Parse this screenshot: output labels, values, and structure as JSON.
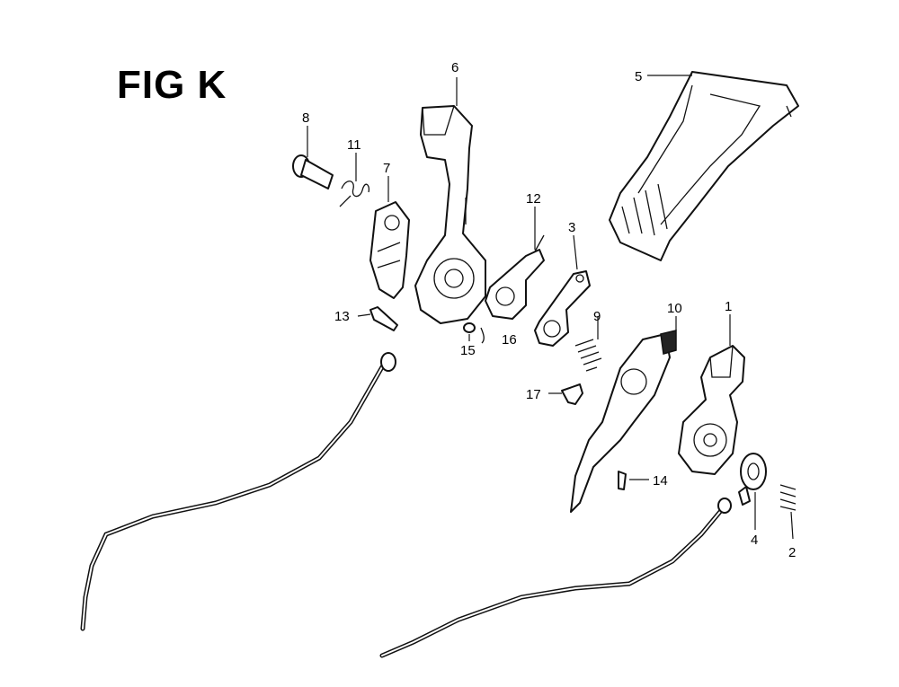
{
  "figure": {
    "title": "FIG K"
  },
  "callouts": [
    {
      "id": "callout-1",
      "label": "1"
    },
    {
      "id": "callout-2",
      "label": "2"
    },
    {
      "id": "callout-3",
      "label": "3"
    },
    {
      "id": "callout-4",
      "label": "4"
    },
    {
      "id": "callout-5",
      "label": "5"
    },
    {
      "id": "callout-6",
      "label": "6"
    },
    {
      "id": "callout-7",
      "label": "7"
    },
    {
      "id": "callout-8",
      "label": "8"
    },
    {
      "id": "callout-9",
      "label": "9"
    },
    {
      "id": "callout-10",
      "label": "10"
    },
    {
      "id": "callout-11",
      "label": "11"
    },
    {
      "id": "callout-12",
      "label": "12"
    },
    {
      "id": "callout-13",
      "label": "13"
    },
    {
      "id": "callout-14",
      "label": "14"
    },
    {
      "id": "callout-15",
      "label": "15"
    },
    {
      "id": "callout-16",
      "label": "16"
    },
    {
      "id": "callout-17",
      "label": "17"
    }
  ]
}
